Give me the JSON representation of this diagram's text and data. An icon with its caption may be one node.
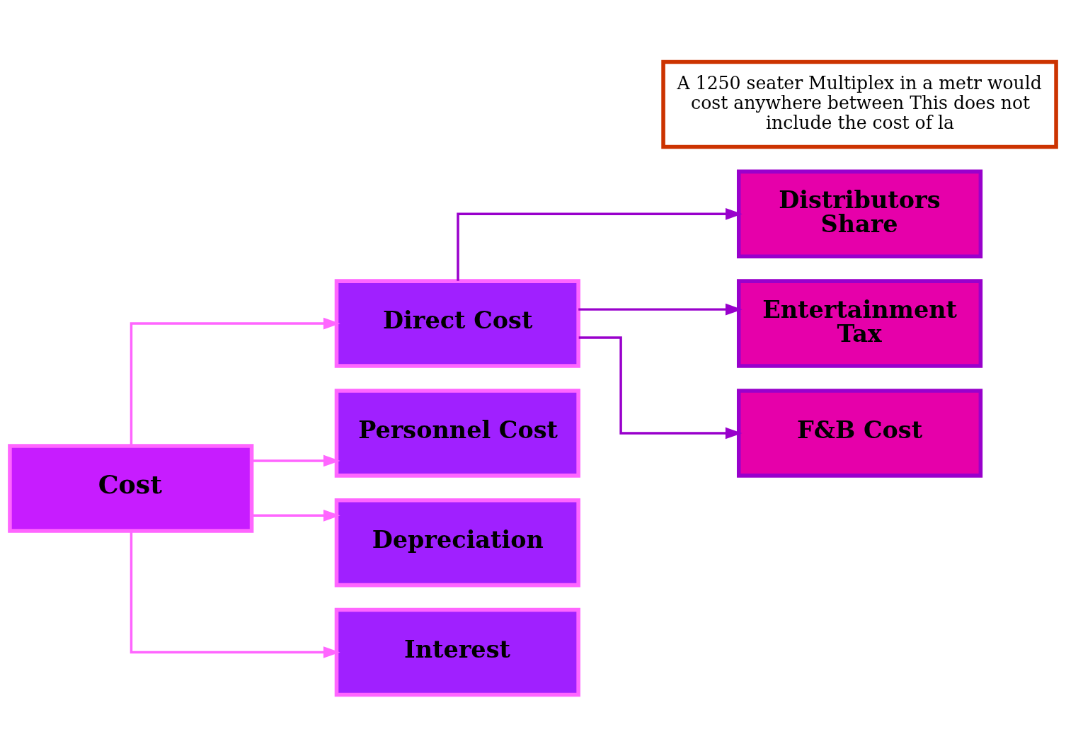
{
  "diagram": {
    "nodes": [
      {
        "text": [
          "Cost"
        ]
      },
      {
        "text": [
          "Direct Cost"
        ]
      },
      {
        "text": [
          "Personnel Cost"
        ]
      },
      {
        "text": [
          "Depreciation"
        ]
      },
      {
        "text": [
          "Interest"
        ]
      },
      {
        "text": [
          "Distributors Share"
        ]
      },
      {
        "text": [
          "Entertainment Tax"
        ]
      },
      {
        "text": [
          "F&B Cost"
        ]
      },
      {
        "text": [
          "A 1250 seater Multiplex in a metr would cost anywhere between This does not include the cost of la"
        ]
      }
    ],
    "edges": [
      {
        "from": 0,
        "to": 1,
        "arrow": "to"
      },
      {
        "from": 0,
        "to": 2,
        "arrow": "to"
      },
      {
        "from": 0,
        "to": 3,
        "arrow": "to"
      },
      {
        "from": 0,
        "to": 4,
        "arrow": "to"
      },
      {
        "from": 1,
        "to": 5,
        "arrow": "to",
        "color": "#9900cc"
      },
      {
        "from": 1,
        "to": 6,
        "arrow": "to",
        "color": "#9900cc"
      },
      {
        "from": 1,
        "to": 7,
        "arrow": "to",
        "color": "#9900cc"
      }
    ]
  }
}
